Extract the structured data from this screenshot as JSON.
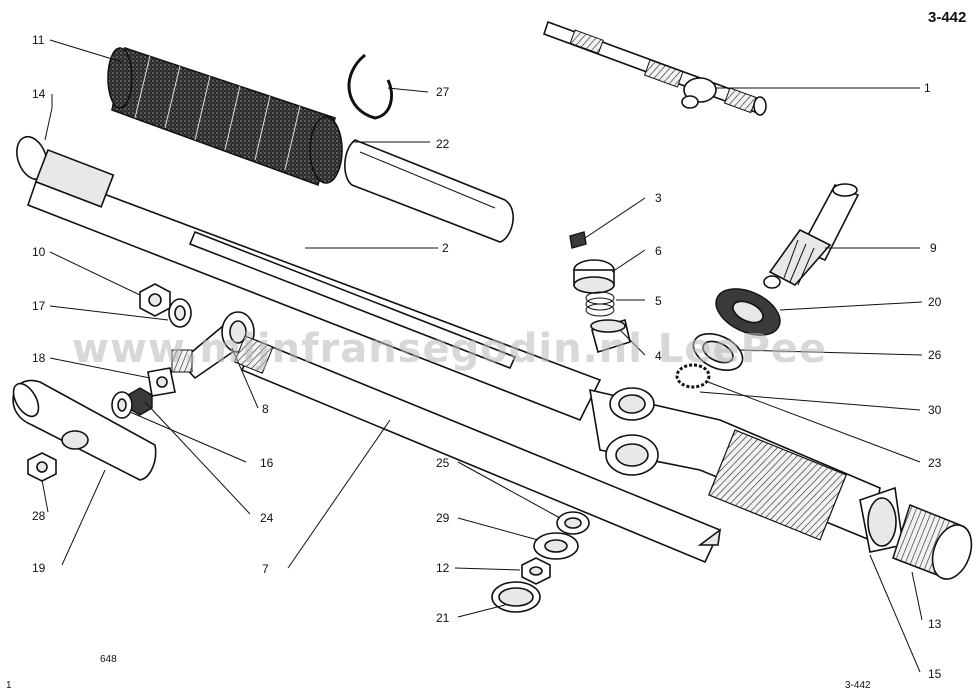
{
  "header": {
    "ref_top": "3-442",
    "ref_bottom": "3-442",
    "left_corner": "1",
    "plate_number": "648"
  },
  "watermark": "www.mijnfransegodin.nl  LeePee",
  "callouts": [
    {
      "id": "c1",
      "label": "1"
    },
    {
      "id": "c2",
      "label": "2"
    },
    {
      "id": "c3",
      "label": "3"
    },
    {
      "id": "c4",
      "label": "4"
    },
    {
      "id": "c5",
      "label": "5"
    },
    {
      "id": "c6",
      "label": "6"
    },
    {
      "id": "c7",
      "label": "7"
    },
    {
      "id": "c8",
      "label": "8"
    },
    {
      "id": "c9",
      "label": "9"
    },
    {
      "id": "c10",
      "label": "10"
    },
    {
      "id": "c11",
      "label": "11"
    },
    {
      "id": "c12",
      "label": "12"
    },
    {
      "id": "c13",
      "label": "13"
    },
    {
      "id": "c14",
      "label": "14"
    },
    {
      "id": "c15",
      "label": "15"
    },
    {
      "id": "c16",
      "label": "16"
    },
    {
      "id": "c17",
      "label": "17"
    },
    {
      "id": "c18",
      "label": "18"
    },
    {
      "id": "c19",
      "label": "19"
    },
    {
      "id": "c20",
      "label": "20"
    },
    {
      "id": "c21",
      "label": "21"
    },
    {
      "id": "c22",
      "label": "22"
    },
    {
      "id": "c23",
      "label": "23"
    },
    {
      "id": "c24",
      "label": "24"
    },
    {
      "id": "c25",
      "label": "25"
    },
    {
      "id": "c26",
      "label": "26"
    },
    {
      "id": "c27",
      "label": "27"
    },
    {
      "id": "c28",
      "label": "28"
    },
    {
      "id": "c29",
      "label": "29"
    },
    {
      "id": "c30",
      "label": "30"
    }
  ]
}
